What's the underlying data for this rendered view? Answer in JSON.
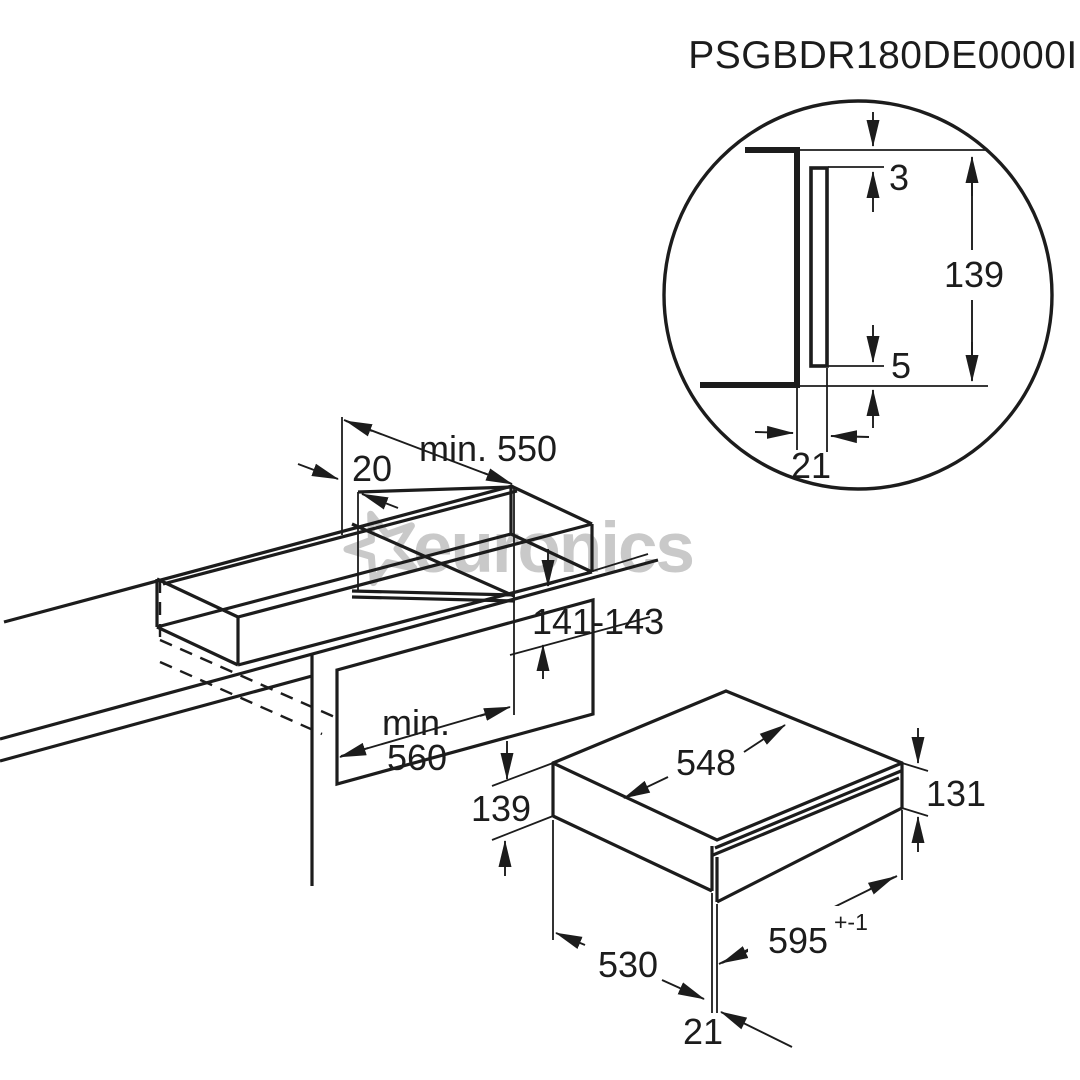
{
  "title": "PSGBDR180DE0000I",
  "watermark": {
    "brand": "euronics",
    "star_icon": "star-outline",
    "color": "#c9c9c9"
  },
  "detail_view": {
    "gap_top": "3",
    "panel_height": "139",
    "gap_bottom": "5",
    "front_offset": "21"
  },
  "niche_view": {
    "side_clearance": "20",
    "min_width": "min. 550",
    "niche_height": "141-143",
    "min_depth_word": "min.",
    "min_depth_value": "560"
  },
  "product_view": {
    "body_depth_top": "548",
    "front_height_right": "131",
    "height_left": "139",
    "body_depth_bottom": "530",
    "front_width": "595",
    "front_width_tolerance": "+-1",
    "front_offset": "21"
  },
  "colors": {
    "line": "#1c1c1c",
    "watermark": "#c9c9c9",
    "background": "#ffffff"
  }
}
